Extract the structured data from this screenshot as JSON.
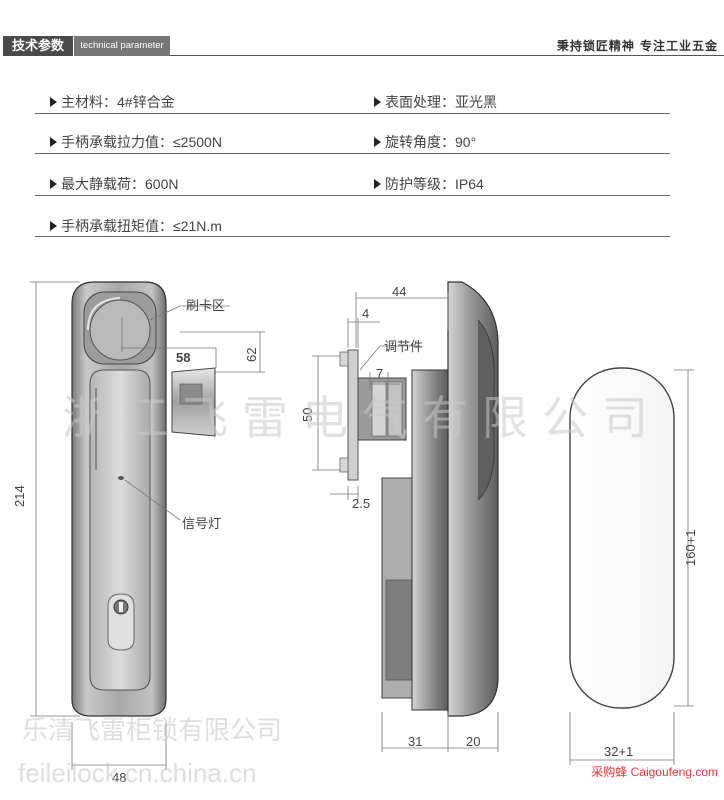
{
  "header": {
    "title_cn": "技术参数",
    "title_en": "technical parameter",
    "slogan": "秉持锁匠精神 专注工业五金"
  },
  "specs": [
    {
      "label": "主材料：",
      "value": "4#锌合金"
    },
    {
      "label": "表面处理：",
      "value": "亚光黑"
    },
    {
      "label": "手柄承载拉力值：",
      "value": "≤2500N"
    },
    {
      "label": "旋转角度：",
      "value": "90°"
    },
    {
      "label": "最大静载荷：",
      "value": "600N"
    },
    {
      "label": "防护等级：",
      "value": "IP64"
    },
    {
      "label": "手柄承载扭矩值：",
      "value": "≤21N.m"
    }
  ],
  "diagram": {
    "labels": {
      "card_area": "刷卡区",
      "signal_light": "信号灯",
      "adjuster": "调节件"
    },
    "dimensions": {
      "d214": "214",
      "d48": "48",
      "d58": "58",
      "d62": "62",
      "d44": "44",
      "d4": "4",
      "d7": "7",
      "d50": "50",
      "d2_5": "2.5",
      "d31": "31",
      "d20": "20",
      "d160": "160+1",
      "d32": "32+1"
    }
  },
  "watermarks": {
    "main": "浙江飞雷电气有限公司",
    "sub": "乐清飞雷柜锁有限公司",
    "site": "feileilock.cn.china.cn"
  },
  "footer": {
    "brand": "采购蜂 Caigoufeng.com"
  }
}
